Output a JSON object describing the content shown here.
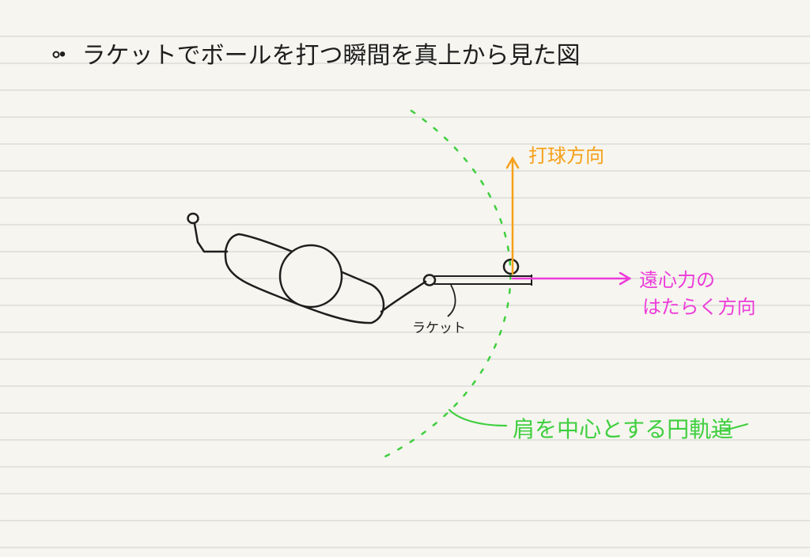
{
  "title": "・ ラケットでボールを打つ瞬間を真上から見た図",
  "labels": {
    "racket": "ラケット",
    "hit_direction": "打球方向",
    "centrifugal_line1": "遠心力の",
    "centrifugal_line2": "はたらく方向",
    "orbit": "肩を中心とする円軌道"
  },
  "colors": {
    "paper": "#f6f5ef",
    "rule_line": "#d6d6d3",
    "ink": "#1e1e1e",
    "orbit_green": "#3fcf3f",
    "hit_orange": "#f5a019",
    "centrifugal_magenta": "#ec3bd9"
  }
}
